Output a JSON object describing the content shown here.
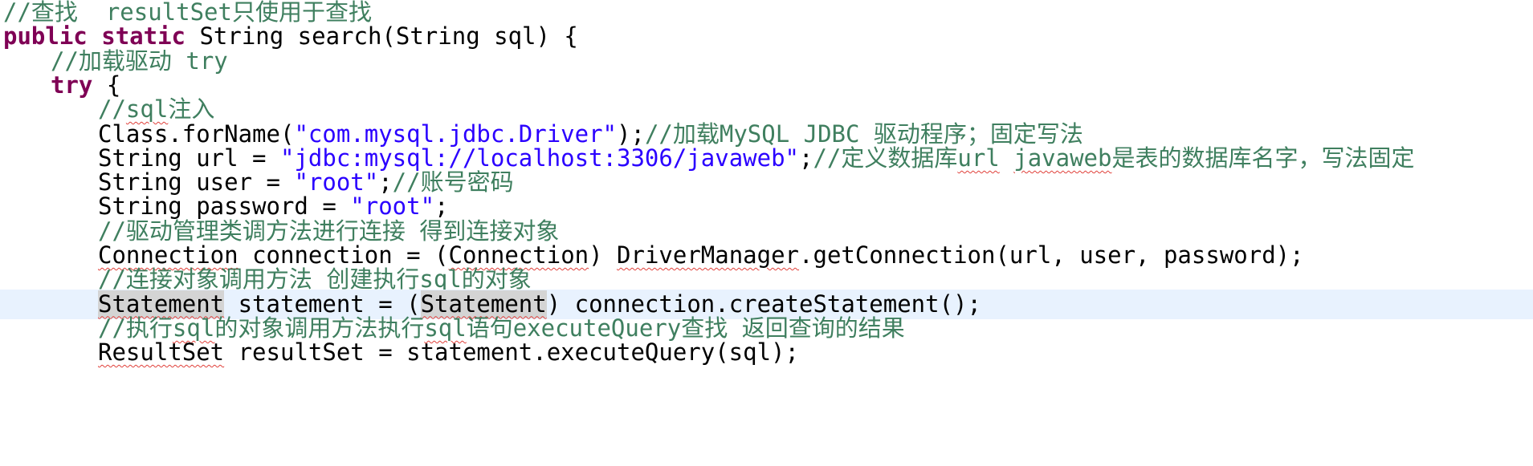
{
  "editor": {
    "current_line": 12,
    "colors": {
      "comment": "#3f7f5f",
      "keyword": "#7f0055",
      "string": "#2a00ff",
      "plain": "#000000",
      "current_line_highlight": "#e8f2fe",
      "spell_error": "#e0403a"
    },
    "lines": [
      {
        "indent": 0,
        "tokens": [
          {
            "t": "comment",
            "v": "//查找  "
          },
          {
            "t": "comment",
            "v": "resultSet"
          },
          {
            "t": "comment",
            "v": "只使用于查找"
          }
        ]
      },
      {
        "indent": 0,
        "tokens": [
          {
            "t": "keyword",
            "v": "public"
          },
          {
            "t": "plain",
            "v": " "
          },
          {
            "t": "keyword",
            "v": "static"
          },
          {
            "t": "plain",
            "v": " String search(String sql) {"
          }
        ]
      },
      {
        "indent": 1,
        "tokens": [
          {
            "t": "comment",
            "v": "//加载驱动 try"
          }
        ]
      },
      {
        "indent": 1,
        "tokens": [
          {
            "t": "keyword",
            "v": "try"
          },
          {
            "t": "plain",
            "v": " {"
          }
        ]
      },
      {
        "indent": 2,
        "tokens": [
          {
            "t": "comment",
            "v": "//"
          },
          {
            "t": "comment",
            "v": "sql",
            "sq": true
          },
          {
            "t": "comment",
            "v": "注入"
          }
        ]
      },
      {
        "indent": 2,
        "tokens": [
          {
            "t": "plain",
            "v": "Class.forName("
          },
          {
            "t": "string",
            "v": "\"com.mysql.jdbc.Driver\""
          },
          {
            "t": "plain",
            "v": ");"
          },
          {
            "t": "comment",
            "v": "//加载MySQL JDBC 驱动程序；固定写法"
          }
        ]
      },
      {
        "indent": 2,
        "tokens": [
          {
            "t": "plain",
            "v": "String url = "
          },
          {
            "t": "string",
            "v": "\"jdbc:mysql://localhost:3306/javaweb\""
          },
          {
            "t": "plain",
            "v": ";"
          },
          {
            "t": "comment",
            "v": "//定义数据库"
          },
          {
            "t": "comment",
            "v": "url",
            "sq": true
          },
          {
            "t": "comment",
            "v": " "
          },
          {
            "t": "comment",
            "v": "javaweb",
            "sq": true
          },
          {
            "t": "comment",
            "v": "是表的数据库名字，写法固定"
          }
        ]
      },
      {
        "indent": 2,
        "tokens": [
          {
            "t": "plain",
            "v": "String user = "
          },
          {
            "t": "string",
            "v": "\"root\""
          },
          {
            "t": "plain",
            "v": ";"
          },
          {
            "t": "comment",
            "v": "//账号密码"
          }
        ]
      },
      {
        "indent": 2,
        "tokens": [
          {
            "t": "plain",
            "v": "String password = "
          },
          {
            "t": "string",
            "v": "\"root\""
          },
          {
            "t": "plain",
            "v": ";"
          }
        ]
      },
      {
        "indent": 2,
        "tokens": [
          {
            "t": "comment",
            "v": "//驱动管理类调方法进行连接 得到连接对象"
          }
        ]
      },
      {
        "indent": 2,
        "tokens": [
          {
            "t": "plain",
            "v": "Connection",
            "sq": true
          },
          {
            "t": "plain",
            "v": " connection = ("
          },
          {
            "t": "plain",
            "v": "Connection",
            "sq": true
          },
          {
            "t": "plain",
            "v": ") "
          },
          {
            "t": "plain",
            "v": "DriverManager",
            "sq": true
          },
          {
            "t": "plain",
            "v": ".getConnection(url, user, password);"
          }
        ]
      },
      {
        "indent": 2,
        "tokens": [
          {
            "t": "comment",
            "v": "//连接对象调用方法 创建执行"
          },
          {
            "t": "comment",
            "v": "sql",
            "sq": true
          },
          {
            "t": "comment",
            "v": "的对象"
          }
        ]
      },
      {
        "indent": 2,
        "tokens": [
          {
            "t": "plain",
            "v": "Stateme",
            "sq": true,
            "occ": true
          },
          {
            "t": "caret",
            "v": ""
          },
          {
            "t": "plain",
            "v": "nt",
            "sq": true,
            "occ": true
          },
          {
            "t": "plain",
            "v": " statement = ("
          },
          {
            "t": "plain",
            "v": "Statement",
            "sq": true,
            "occ": true
          },
          {
            "t": "plain",
            "v": ") connection.createStatement();"
          }
        ]
      },
      {
        "indent": 2,
        "tokens": [
          {
            "t": "comment",
            "v": "//执行"
          },
          {
            "t": "comment",
            "v": "sql",
            "sq": true
          },
          {
            "t": "comment",
            "v": "的对象调用方法执行"
          },
          {
            "t": "comment",
            "v": "sql",
            "sq": true
          },
          {
            "t": "comment",
            "v": "语句executeQuery查找 返回查询的结果"
          }
        ]
      },
      {
        "indent": 2,
        "tokens": [
          {
            "t": "plain",
            "v": "ResultSet",
            "sq": true
          },
          {
            "t": "plain",
            "v": " resultSet = statement.executeQuery(sql);"
          }
        ]
      }
    ]
  }
}
